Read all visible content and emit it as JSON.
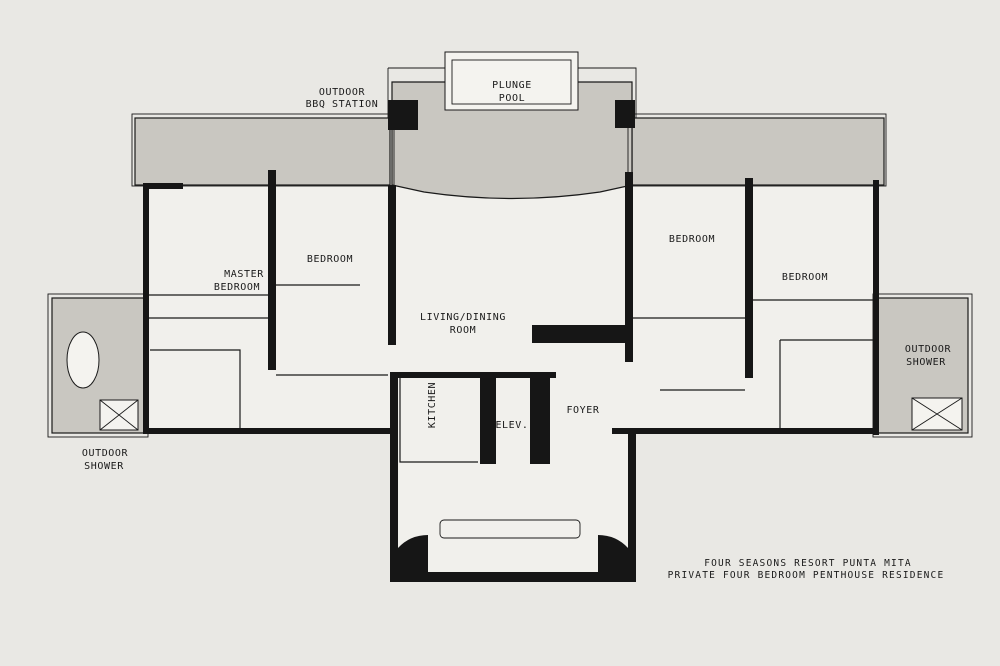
{
  "title": {
    "line1": "FOUR SEASONS RESORT PUNTA MITA",
    "line2": "PRIVATE FOUR BEDROOM PENTHOUSE RESIDENCE"
  },
  "rooms": {
    "plunge_pool": [
      "PLUNGE",
      "POOL"
    ],
    "outdoor_bbq": [
      "OUTDOOR",
      "BBQ STATION"
    ],
    "master_bedroom": [
      "MASTER",
      "BEDROOM"
    ],
    "bedroom_2": "BEDROOM",
    "living_dining": [
      "LIVING/DINING",
      "ROOM"
    ],
    "bedroom_3": "BEDROOM",
    "bedroom_4": "BEDROOM",
    "outdoor_shower_right": [
      "OUTDOOR",
      "SHOWER"
    ],
    "outdoor_shower_left": [
      "OUTDOOR",
      "SHOWER"
    ],
    "kitchen": "KITCHEN",
    "elevator": "ELEV.",
    "foyer": "FOYER"
  }
}
